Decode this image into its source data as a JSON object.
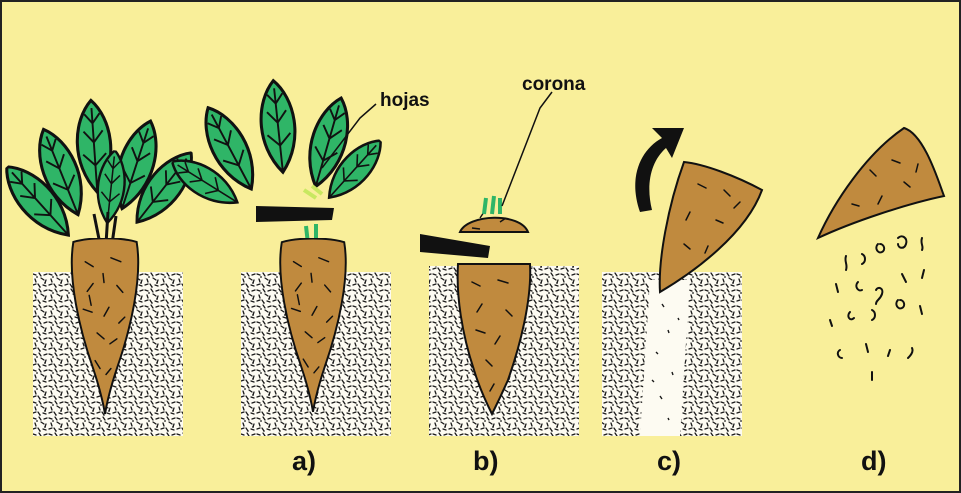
{
  "colors": {
    "background": "#f9ef9a",
    "border": "#222222",
    "leaf": "#2fb567",
    "root": "#c08a3e",
    "ink": "#111111"
  },
  "labels": {
    "hojas": "hojas",
    "corona": "corona"
  },
  "steps": [
    {
      "label": "a)"
    },
    {
      "label": "b)"
    },
    {
      "label": "c)"
    },
    {
      "label": "d)"
    }
  ],
  "icons": {
    "arrow": "curved-arrow-icon",
    "blade": "blade-icon"
  }
}
